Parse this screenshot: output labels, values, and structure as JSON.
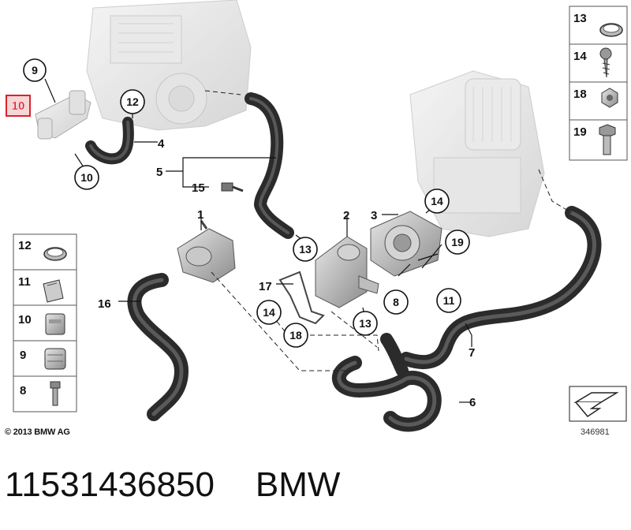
{
  "diagram": {
    "callouts": [
      {
        "id": "1",
        "circled": false
      },
      {
        "id": "2",
        "circled": false
      },
      {
        "id": "3",
        "circled": false
      },
      {
        "id": "4",
        "circled": false
      },
      {
        "id": "5",
        "circled": false
      },
      {
        "id": "6",
        "circled": false
      },
      {
        "id": "7",
        "circled": false
      },
      {
        "id": "8",
        "circled": true
      },
      {
        "id": "9",
        "circled": true
      },
      {
        "id": "10",
        "circled": true
      },
      {
        "id": "11",
        "circled": true
      },
      {
        "id": "12",
        "circled": true
      },
      {
        "id": "13",
        "circled": true
      },
      {
        "id": "14",
        "circled": true
      },
      {
        "id": "15",
        "circled": false
      },
      {
        "id": "16",
        "circled": false
      },
      {
        "id": "17",
        "circled": false
      },
      {
        "id": "18",
        "circled": true
      },
      {
        "id": "19",
        "circled": true
      }
    ],
    "highlighted_callout": "10",
    "highlight_color": "#d9232d",
    "left_legend": [
      "12",
      "11",
      "10",
      "9",
      "8"
    ],
    "right_legend": [
      "13",
      "14",
      "18",
      "19"
    ],
    "copyright": "© 2013 BMW AG",
    "diagram_number": "346981"
  },
  "caption": {
    "part_number": "11531436850",
    "brand": "BMW"
  }
}
